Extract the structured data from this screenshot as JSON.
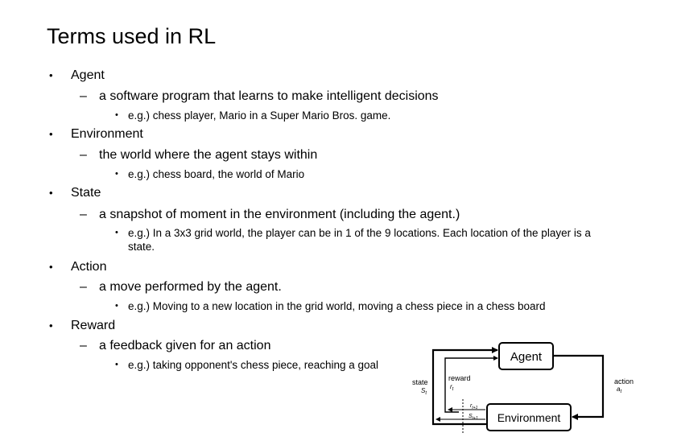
{
  "title": "Terms used in RL",
  "sections": [
    {
      "term": "Agent",
      "definition": "a software program that learns to make intelligent decisions",
      "example": "e.g.) chess player, Mario in a Super Mario Bros. game."
    },
    {
      "term": "Environment",
      "definition": "the world where the agent stays within",
      "example": "e.g.) chess board, the world of Mario"
    },
    {
      "term": "State",
      "definition": "a snapshot of moment in the environment (including the agent.)",
      "example": "e.g.) In a 3x3 grid world, the player can be in 1 of the 9 locations. Each location of the player is a state."
    },
    {
      "term": "Action",
      "definition": "a move performed by the agent.",
      "example": "e.g.) Moving to a new location in the grid world, moving a chess piece in a chess board"
    },
    {
      "term": "Reward",
      "definition": "a feedback given for an action",
      "example": "e.g.) taking opponent's chess piece, reaching a goal"
    }
  ],
  "glyphs": {
    "bullet": "•",
    "dash": "–"
  },
  "diagram": {
    "agent_label": "Agent",
    "environment_label": "Environment",
    "state_label": "state",
    "state_symbol": "S",
    "state_subscript": "t",
    "reward_label": "reward",
    "reward_symbol": "r",
    "reward_subscript": "t",
    "action_label": "action",
    "action_symbol": "a",
    "action_subscript": "t",
    "next_reward_symbol": "r",
    "next_reward_subscript": "t+1",
    "next_state_symbol": "S",
    "next_state_subscript": "t+1"
  }
}
